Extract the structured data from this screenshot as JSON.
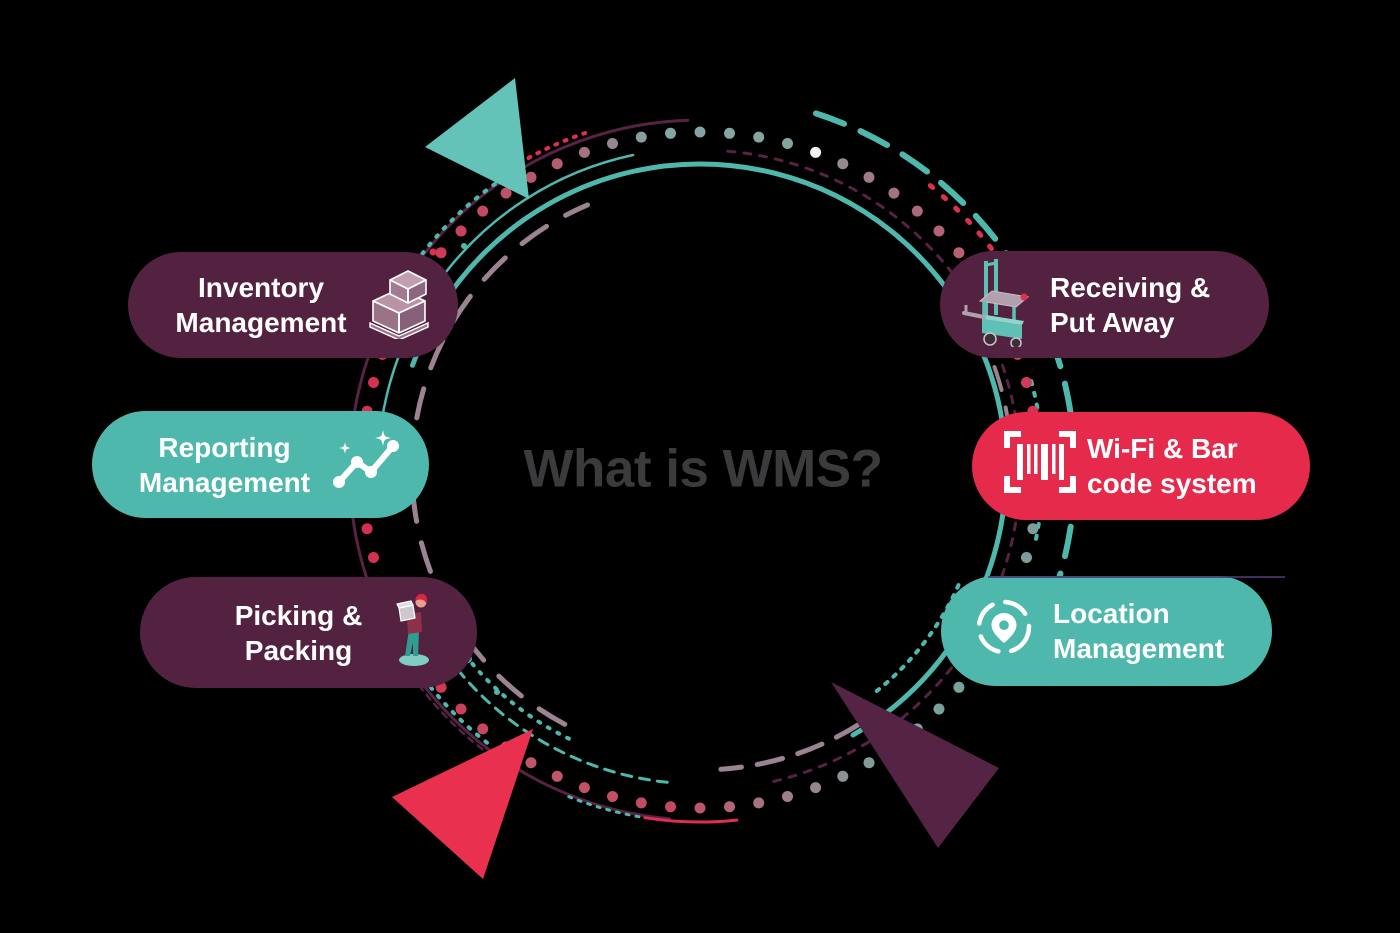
{
  "title": {
    "text": "What is WMS?",
    "color": "#3b3b3d"
  },
  "pills": [
    {
      "label_line1": "Inventory",
      "label_line2": "Management",
      "bg": "#532240",
      "text_color": "#ffffff",
      "icon": "boxes-pallet-icon"
    },
    {
      "label_line1": "Reporting",
      "label_line2": "Management",
      "bg": "#4eb8ac",
      "text_color": "#ffffff",
      "icon": "chart-line-icon"
    },
    {
      "label_line1": "Picking &",
      "label_line2": "Packing",
      "bg": "#532240",
      "text_color": "#ffffff",
      "icon": "person-carrying-box-icon"
    },
    {
      "label_line1": "Receiving &",
      "label_line2": "Put Away",
      "bg": "#532240",
      "text_color": "#ffffff",
      "icon": "forklift-icon"
    },
    {
      "label_line1": "Wi-Fi & Bar",
      "label_line2": "code system",
      "bg": "#e52a4c",
      "text_color": "#ffffff",
      "icon": "barcode-scan-icon"
    },
    {
      "label_line1": "Location",
      "label_line2": "Management",
      "bg": "#4eb8ac",
      "text_color": "#ffffff",
      "icon": "location-pin-icon"
    }
  ],
  "ring": {
    "colors": {
      "maroon": "#572343",
      "teal": "#4fb8ad",
      "gray": "#9b8391",
      "red": "#df2f50",
      "purple_line": "#4a3670"
    },
    "dot_stops": [
      {
        "angle": 0,
        "color": "#84989a"
      },
      {
        "angle": 25,
        "color": "#75a29b"
      },
      {
        "angle": 55,
        "color": "#7aa49d"
      },
      {
        "angle": 75,
        "color": "#9d7f8b"
      },
      {
        "angle": 95,
        "color": "#c44a61"
      },
      {
        "angle": 120,
        "color": "#c25668"
      },
      {
        "angle": 145,
        "color": "#d33050"
      },
      {
        "angle": 215,
        "color": "#d63252"
      },
      {
        "angle": 245,
        "color": "#b06073"
      },
      {
        "angle": 262,
        "color": "#82a6a2"
      },
      {
        "angle": 285,
        "color": "#85a4a0"
      },
      {
        "angle": 305,
        "color": "#a5707f"
      },
      {
        "angle": 330,
        "color": "#c4536b"
      },
      {
        "angle": 352,
        "color": "#d93050"
      },
      {
        "angle": 360,
        "color": "#84989a"
      }
    ],
    "highlight_dot_color": "#f2f2f2"
  },
  "arrows": [
    {
      "name": "cycle-arrow-top-left",
      "color": "#64c3b8"
    },
    {
      "name": "cycle-arrow-bottom-left",
      "color": "#e9314f"
    },
    {
      "name": "cycle-arrow-bottom-right",
      "color": "#552444"
    }
  ]
}
